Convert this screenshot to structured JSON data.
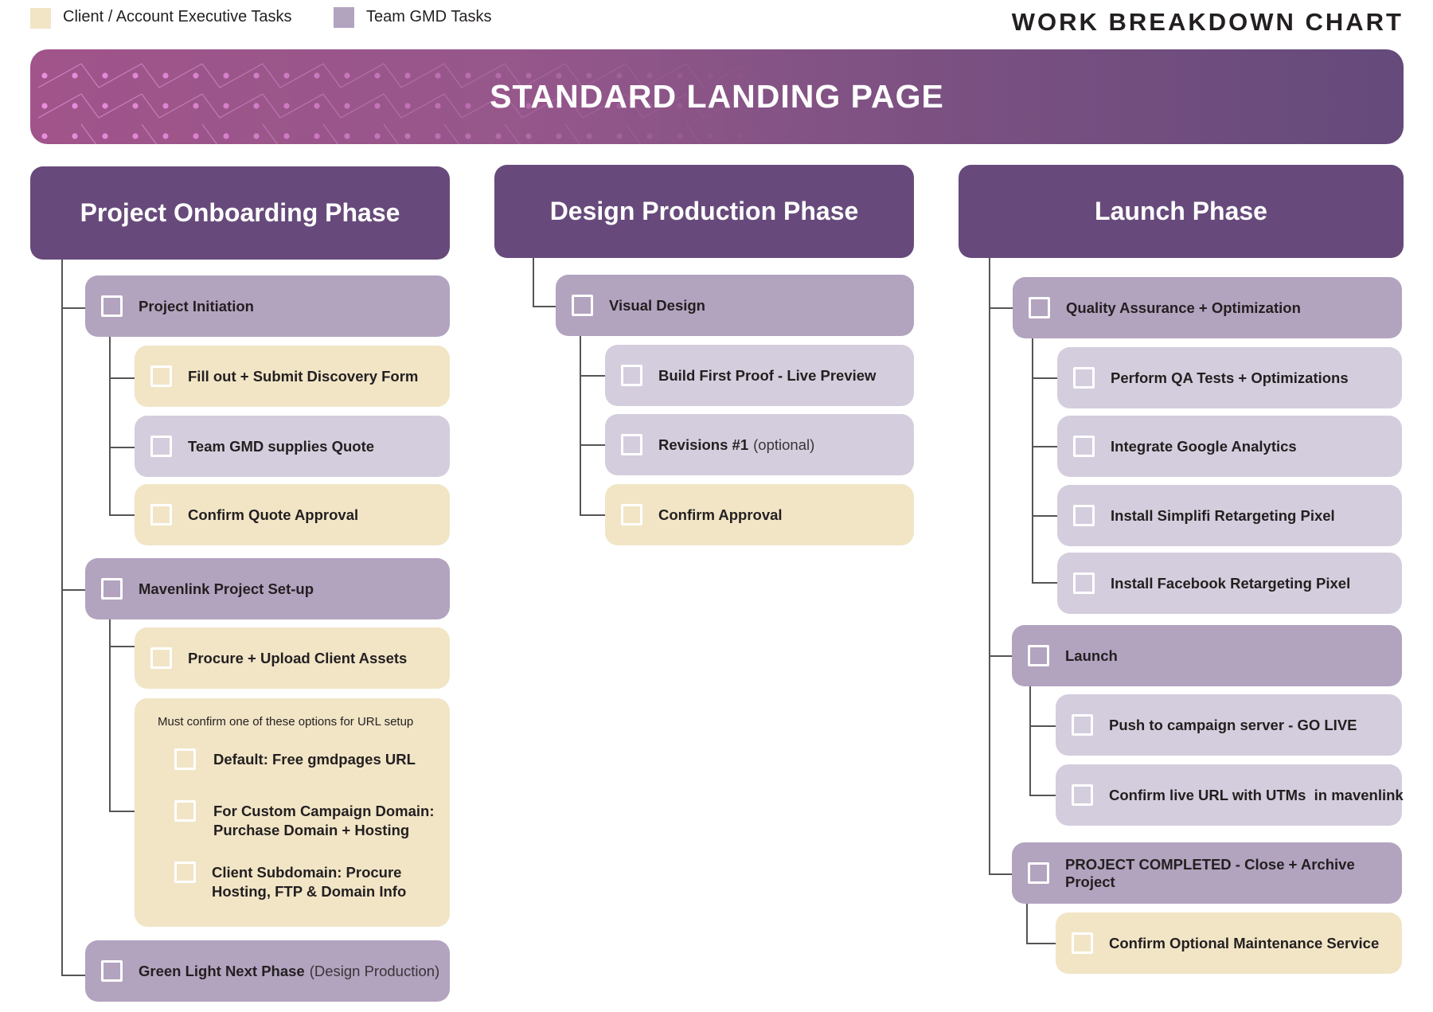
{
  "legend": [
    {
      "label": "Client / Account Executive Tasks",
      "color": "#f1e5c6"
    },
    {
      "label": "Team GMD Tasks",
      "color": "#b2a3bf"
    }
  ],
  "document_title": "WORK BREAKDOWN CHART",
  "banner_title": "STANDARD LANDING PAGE",
  "colors": {
    "phase_header": "#674a7b",
    "team_task": "#b2a3bf",
    "team_subtask": "#d4cddd",
    "client_task": "#f1e5c6",
    "banner_start": "#a0548a",
    "banner_end": "#654a7b"
  },
  "phases": [
    {
      "title": "Project Onboarding Phase",
      "groups": [
        {
          "label": "Project Initiation",
          "owner": "team",
          "subtasks": [
            {
              "label": "Fill out + Submit Discovery Form",
              "owner": "client"
            },
            {
              "label": "Team GMD supplies Quote",
              "owner": "team"
            },
            {
              "label": "Confirm Quote Approval",
              "owner": "client"
            }
          ]
        },
        {
          "label": "Mavenlink Project Set-up",
          "owner": "team",
          "subtasks": [
            {
              "label": "Procure + Upload Client Assets",
              "owner": "client"
            }
          ],
          "url_options": {
            "note": "Must confirm one of these options for URL setup",
            "options": [
              {
                "line1": "Default: Free gmdpages URL",
                "line2": ""
              },
              {
                "line1": "For Custom Campaign Domain:",
                "line2": "Purchase Domain + Hosting"
              },
              {
                "line1": "Client Subdomain: Procure",
                "line2": "Hosting, FTP & Domain Info"
              }
            ]
          }
        },
        {
          "label": "Green Light Next Phase",
          "label_suffix": "(Design Production)",
          "owner": "team",
          "subtasks": []
        }
      ]
    },
    {
      "title": "Design Production Phase",
      "groups": [
        {
          "label": "Visual Design",
          "owner": "team",
          "subtasks": [
            {
              "label": "Build First Proof - Live Preview",
              "owner": "team"
            },
            {
              "label": "Revisions #1",
              "label_suffix": "(optional)",
              "owner": "team"
            },
            {
              "label": "Confirm Approval",
              "owner": "client"
            }
          ]
        }
      ]
    },
    {
      "title": "Launch Phase",
      "groups": [
        {
          "label": "Quality Assurance + Optimization",
          "owner": "team",
          "subtasks": [
            {
              "label": "Perform QA Tests + Optimizations",
              "owner": "team"
            },
            {
              "label": "Integrate Google Analytics",
              "owner": "team"
            },
            {
              "label": "Install Simplifi Retargeting Pixel",
              "owner": "team"
            },
            {
              "label": "Install Facebook Retargeting Pixel",
              "owner": "team"
            }
          ]
        },
        {
          "label": "Launch",
          "owner": "team",
          "subtasks": [
            {
              "label": "Push to campaign server - GO LIVE",
              "owner": "team"
            },
            {
              "label": "Confirm live URL with UTMs  in mavenlink",
              "owner": "team"
            }
          ]
        },
        {
          "label": "PROJECT COMPLETED - Close + Archive Project",
          "owner": "team",
          "subtasks": [
            {
              "label": "Confirm Optional Maintenance Service",
              "owner": "client"
            }
          ]
        }
      ]
    }
  ]
}
